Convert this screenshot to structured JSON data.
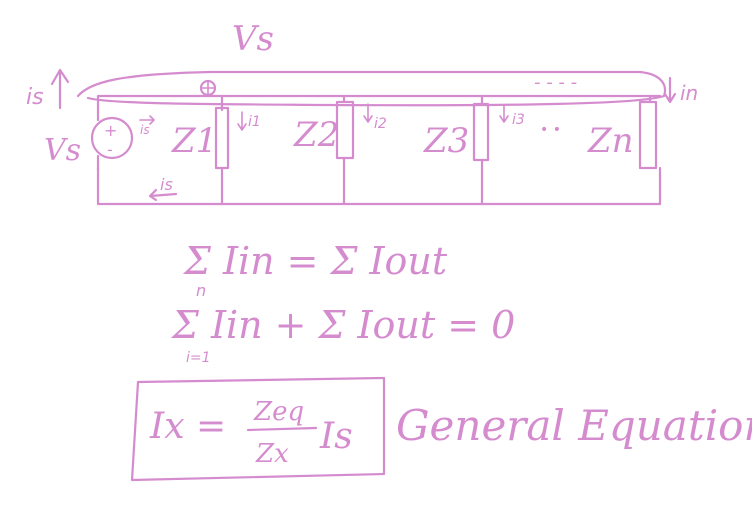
{
  "ink_color": "#d58ccf",
  "circuit": {
    "top_voltage_label": "Vs",
    "source_current_label": "is",
    "source_voltage_label": "Vs",
    "source_plus": "+",
    "source_minus": "-",
    "source_branch_current": "is",
    "return_current_label": "is",
    "in_current_label": "in",
    "ellipsis_top": "- - - -",
    "ellipsis_mid": "• •",
    "branches": [
      {
        "impedance": "Z1",
        "current": "i1"
      },
      {
        "impedance": "Z2",
        "current": "i2"
      },
      {
        "impedance": "Z3",
        "current": "i3"
      },
      {
        "impedance": "Zn",
        "current": ""
      }
    ]
  },
  "equations": {
    "kcl": "Σ Iin = Σ Iout",
    "kcl_sum": "Σ Iin + Σ Iout = 0",
    "sum_upper": "n",
    "sum_lower": "i=1",
    "divider_lhs": "Ix =",
    "divider_num": "Zeq",
    "divider_den": "Zx",
    "divider_rhs": "Is",
    "general_label": "General Equation"
  }
}
